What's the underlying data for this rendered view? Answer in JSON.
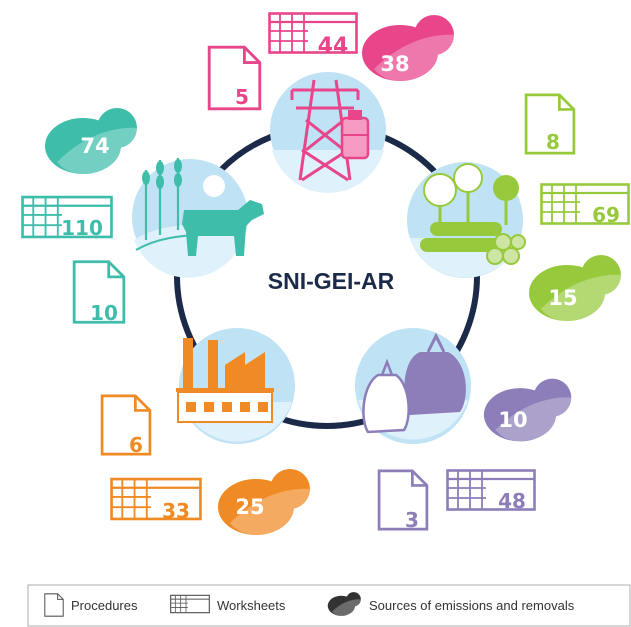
{
  "center_title": "SNI-GEI-AR",
  "colors": {
    "energy": "#e8458b",
    "forestry": "#97c93c",
    "waste": "#8d7db8",
    "industry": "#f08a24",
    "agriculture": "#3dbdaa",
    "ring": "#1c2a4a"
  },
  "sectors": {
    "energy": {
      "procedures": "5",
      "worksheets": "44",
      "sources": "38",
      "icon": "transmission-tower-icon"
    },
    "forestry": {
      "procedures": "8",
      "worksheets": "69",
      "sources": "15",
      "icon": "trees-logs-icon"
    },
    "waste": {
      "procedures": "3",
      "worksheets": "48",
      "sources": "10",
      "icon": "garbage-bags-icon"
    },
    "industry": {
      "procedures": "6",
      "worksheets": "33",
      "sources": "25",
      "icon": "factory-icon"
    },
    "agriculture": {
      "procedures": "10",
      "worksheets": "110",
      "sources": "74",
      "icon": "cow-wheat-icon"
    }
  },
  "legend": {
    "procedures": "Procedures",
    "worksheets": "Worksheets",
    "sources": "Sources of emissions and removals"
  }
}
